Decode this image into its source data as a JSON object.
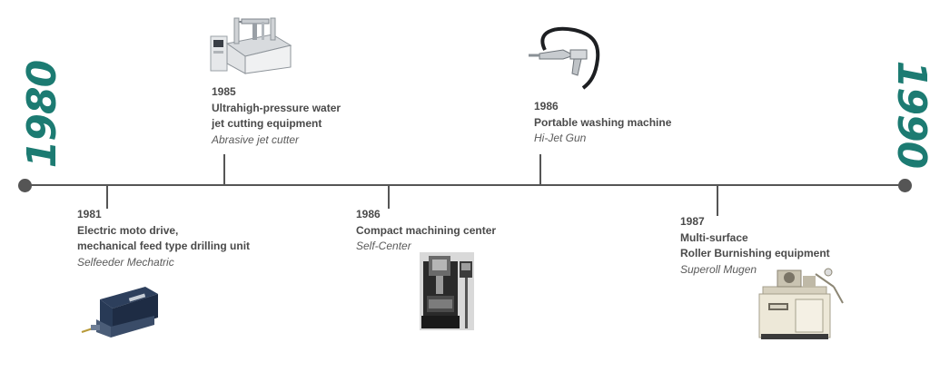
{
  "timeline": {
    "start_year": "1980",
    "end_year": "1990"
  },
  "events": [
    {
      "year": "1981",
      "title_lines": [
        "Electric moto drive,",
        "mechanical feed type drilling unit"
      ],
      "product": "Selfeeder Mechatric"
    },
    {
      "year": "1985",
      "title_lines": [
        "Ultrahigh-pressure water",
        "jet cutting equipment"
      ],
      "product": "Abrasive jet cutter"
    },
    {
      "year": "1986",
      "title_lines": [
        "Compact machining center"
      ],
      "product": "Self-Center"
    },
    {
      "year": "1986",
      "title_lines": [
        "Portable washing machine"
      ],
      "product": "Hi-Jet Gun"
    },
    {
      "year": "1987",
      "title_lines": [
        "Multi-surface",
        "Roller Burnishing equipment"
      ],
      "product": "Superoll Mugen"
    }
  ],
  "icons": {
    "drill_unit": "drilling-unit-image",
    "jet_cutter": "jet-cutter-machine-image",
    "machining_center": "machining-center-image",
    "washing_gun": "washing-gun-image",
    "burnishing": "roller-burnishing-machine-image"
  },
  "colors": {
    "accent": "#1c7b72",
    "line": "#555555",
    "text": "#4a4a4a"
  }
}
